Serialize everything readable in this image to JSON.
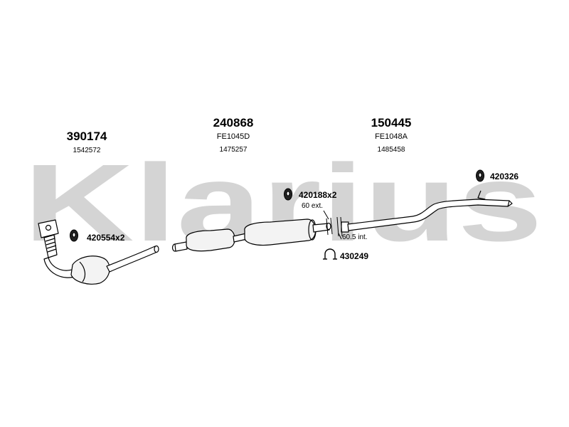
{
  "watermark": {
    "text": "Klarius",
    "color": "#d4d4d4"
  },
  "colors": {
    "ink": "#000000",
    "muffler_fill": "#f3f3f3",
    "pipe_fill": "#ffffff"
  },
  "sections": [
    {
      "part_number": "390174",
      "ref": "",
      "oe_number": "1542572"
    },
    {
      "part_number": "240868",
      "ref": "FE1045D",
      "oe_number": "1475257"
    },
    {
      "part_number": "150445",
      "ref": "FE1048A",
      "oe_number": "1485458"
    }
  ],
  "accessories": [
    {
      "label": "420554x2",
      "icon": "rubber-mount-icon"
    },
    {
      "label": "420188x2",
      "icon": "rubber-mount-icon"
    },
    {
      "label": "430249",
      "icon": "clamp-icon"
    },
    {
      "label": "420326",
      "icon": "rubber-mount-icon"
    }
  ],
  "notes": [
    {
      "text": "60 ext."
    },
    {
      "text": "60.5 int."
    }
  ]
}
